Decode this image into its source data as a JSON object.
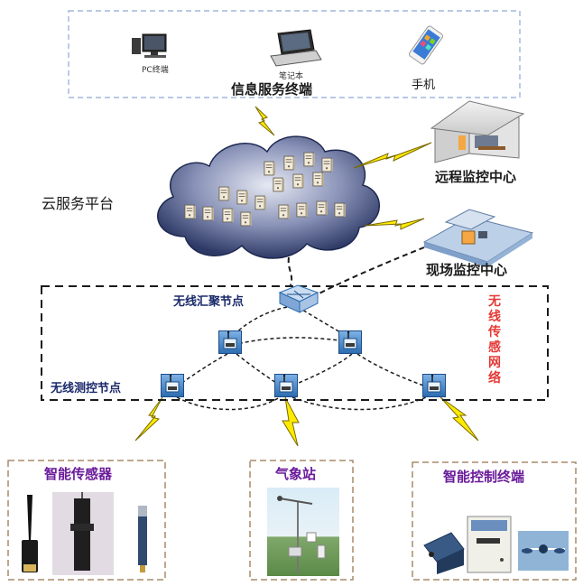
{
  "info_service": {
    "title": "信息服务终端",
    "devices": [
      {
        "label": "PC终端",
        "icon": "desktop-pc-icon"
      },
      {
        "label": "笔记本",
        "icon": "laptop-icon"
      },
      {
        "label": "手机",
        "icon": "smartphone-icon"
      }
    ]
  },
  "cloud": {
    "label": "云服务平台"
  },
  "remote_center": {
    "label": "远程监控中心"
  },
  "onsite_center": {
    "label": "现场监控中心"
  },
  "wsn": {
    "sink_label": "无线汇聚节点",
    "node_label": "无线测控节点",
    "network_label": "无线传感网络"
  },
  "bottom": {
    "sensors": {
      "title": "智能传感器"
    },
    "weather": {
      "title": "气象站"
    },
    "control": {
      "title": "智能控制终端"
    }
  },
  "colors": {
    "dashed_box": "#8fa8d4",
    "bottom_box": "#a88a6a",
    "lightning": "#ffeb00",
    "lightning_stroke": "#7a6a00",
    "cloud_dark": "#2e3a66",
    "cloud_light": "#b8bfd6",
    "title_blue": "#1b2a6b",
    "title_purple": "#6a1b9a",
    "network_red": "#e53935"
  }
}
